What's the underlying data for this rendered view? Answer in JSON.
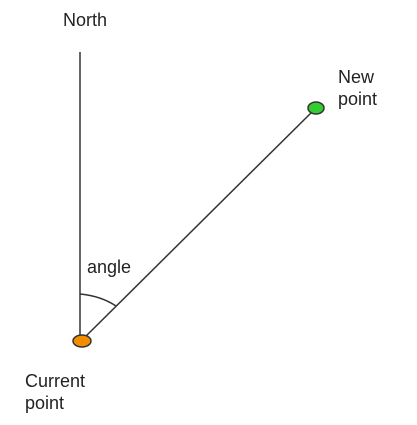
{
  "labels": {
    "north": "North",
    "new_point_line1": "New",
    "new_point_line2": "point",
    "angle": "angle",
    "current_point_line1": "Current",
    "current_point_line2": "point"
  },
  "colors": {
    "line": "#333333",
    "current_point_fill": "#f28c00",
    "new_point_fill": "#33cc33",
    "text": "#222222"
  }
}
